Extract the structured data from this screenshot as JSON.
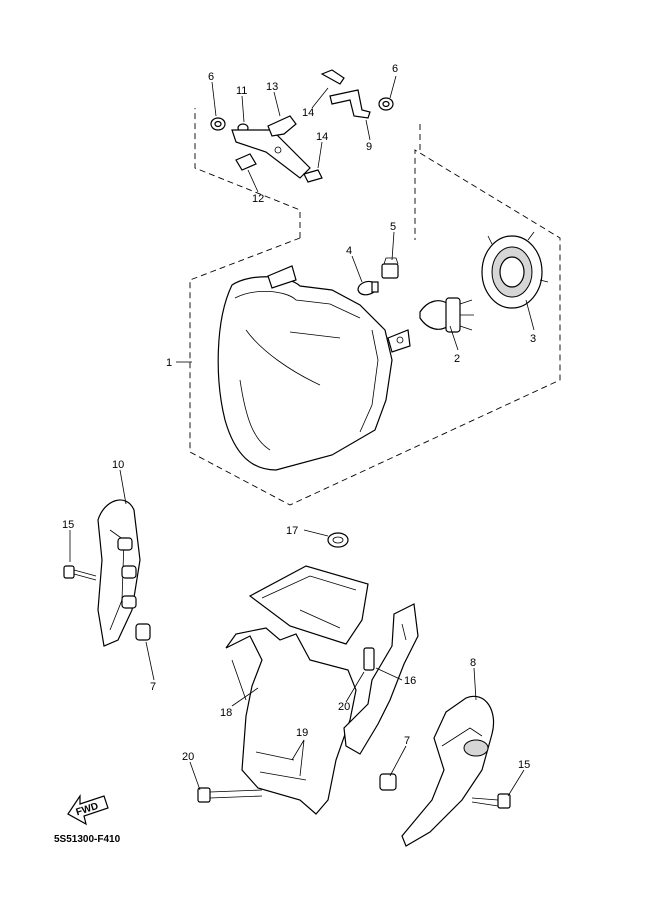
{
  "diagram_code": "5S51300-F410",
  "fwd_label": "FWD",
  "callouts": {
    "c1": "1",
    "c2": "2",
    "c3": "3",
    "c4": "4",
    "c5": "5",
    "c6a": "6",
    "c6b": "6",
    "c7a": "7",
    "c7b": "7",
    "c8": "8",
    "c9": "9",
    "c10": "10",
    "c11": "11",
    "c12": "12",
    "c13": "13",
    "c14a": "14",
    "c14b": "14",
    "c15a": "15",
    "c15b": "15",
    "c16": "16",
    "c17": "17",
    "c18": "18",
    "c19": "19",
    "c20a": "20",
    "c20b": "20"
  }
}
